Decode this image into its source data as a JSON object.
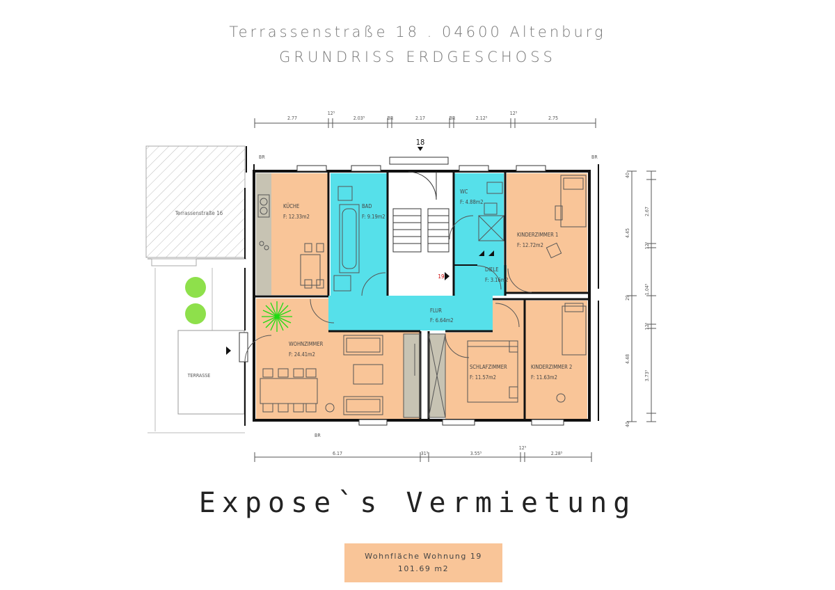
{
  "header": {
    "address": "Terrassenstraße 18 . 04600 Altenburg",
    "plan_title": "GRUNDRISS ERDGESCHOSS"
  },
  "plan": {
    "entrance_number": "18",
    "apartment_number": "19",
    "neighbor_label": "Terrassenstraße 16",
    "terrace_label": "TERRASSE",
    "rooms": {
      "kueche": {
        "name": "KÜCHE",
        "area": "F: 12.33m2"
      },
      "bad": {
        "name": "BAD",
        "area": "F: 9.19m2"
      },
      "wc": {
        "name": "WC",
        "area": "F: 4.88m2"
      },
      "kinder1": {
        "name": "KINDERZIMMER 1",
        "area": "F: 12.72m2"
      },
      "diele": {
        "name": "DIELE",
        "area": "F: 3.16m2"
      },
      "flur": {
        "name": "FLUR",
        "area": "F: 6.64m2"
      },
      "wohnzimmer": {
        "name": "WOHNZIMMER",
        "area": "F: 24.41m2"
      },
      "schlaf": {
        "name": "SCHLAFZIMMER",
        "area": "F: 11.57m2"
      },
      "kinder2": {
        "name": "KINDERZIMMER 2",
        "area": "F: 11.63m2"
      }
    },
    "dims_top": [
      "2.77",
      "12⁵",
      "2.03⁵",
      "BR",
      "2.17",
      "BR",
      "2.12⁵",
      "12⁵",
      "2.75"
    ],
    "dims_bottom": [
      "6.17",
      "31⁵",
      "3.55⁵",
      "12⁵",
      "2.28⁵"
    ],
    "dims_right_outer": [
      "4.45",
      "4.48"
    ],
    "dims_right_inner": [
      "40",
      "2.67",
      "12⁵",
      "1.04⁵",
      "12⁵",
      "3.73⁵",
      "40"
    ],
    "dims_right_mid": [
      "29"
    ],
    "br_labels": [
      "BR",
      "BR",
      "BR"
    ]
  },
  "footer": {
    "title": "Expose`s Vermietung",
    "area_label": "Wohnfläche Wohnung 19",
    "area_value": "101.69 m2"
  },
  "colors": {
    "living": "#f9c598",
    "wet": "#56e0ea",
    "wall": "#111111",
    "kitchen_counter": "#c7c3b3"
  }
}
